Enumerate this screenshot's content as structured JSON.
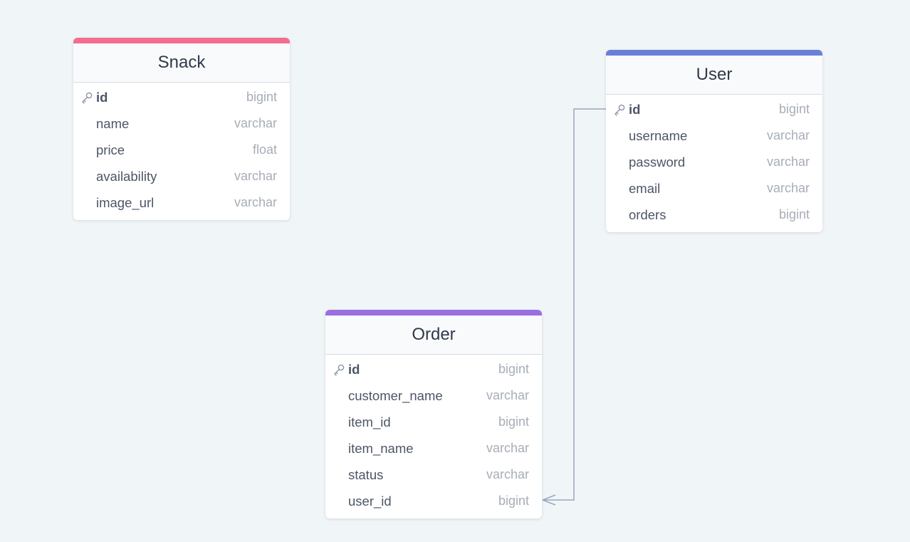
{
  "tables": [
    {
      "id": "snack",
      "title": "Snack",
      "accent": "#f26d8f",
      "columns": [
        {
          "name": "id",
          "type": "bigint",
          "pk": true
        },
        {
          "name": "name",
          "type": "varchar",
          "pk": false
        },
        {
          "name": "price",
          "type": "float",
          "pk": false
        },
        {
          "name": "availability",
          "type": "varchar",
          "pk": false
        },
        {
          "name": "image_url",
          "type": "varchar",
          "pk": false
        }
      ]
    },
    {
      "id": "user",
      "title": "User",
      "accent": "#6b7fd7",
      "columns": [
        {
          "name": "id",
          "type": "bigint",
          "pk": true
        },
        {
          "name": "username",
          "type": "varchar",
          "pk": false
        },
        {
          "name": "password",
          "type": "varchar",
          "pk": false
        },
        {
          "name": "email",
          "type": "varchar",
          "pk": false
        },
        {
          "name": "orders",
          "type": "bigint",
          "pk": false
        }
      ]
    },
    {
      "id": "order",
      "title": "Order",
      "accent": "#9b6fe0",
      "columns": [
        {
          "name": "id",
          "type": "bigint",
          "pk": true
        },
        {
          "name": "customer_name",
          "type": "varchar",
          "pk": false
        },
        {
          "name": "item_id",
          "type": "bigint",
          "pk": false
        },
        {
          "name": "item_name",
          "type": "varchar",
          "pk": false
        },
        {
          "name": "status",
          "type": "varchar",
          "pk": false
        },
        {
          "name": "user_id",
          "type": "bigint",
          "pk": false
        }
      ]
    }
  ],
  "relations": [
    {
      "from": "order.user_id",
      "to": "user.id",
      "from_cardinality": "many",
      "to_cardinality": "one"
    }
  ],
  "colors": {
    "background": "#f0f5f8",
    "connector": "#9aa6bd",
    "key_icon": "#8a94a6"
  },
  "icons": {
    "primary_key": "key-icon"
  }
}
